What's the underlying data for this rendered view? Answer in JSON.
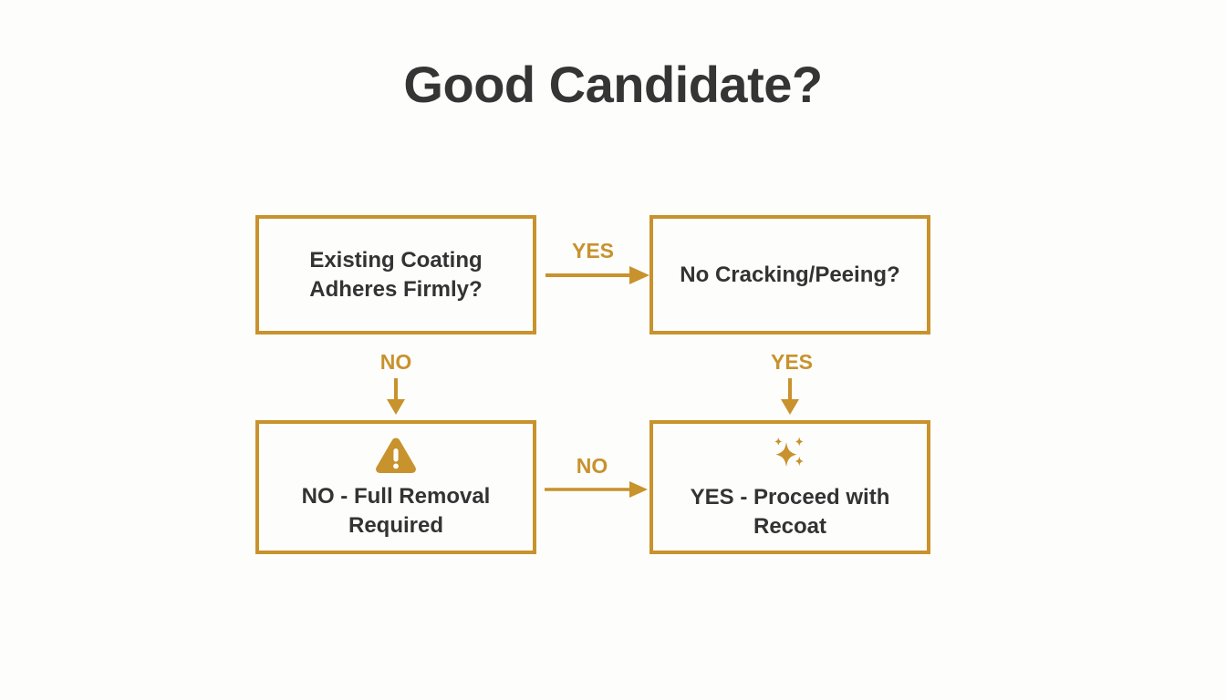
{
  "page": {
    "title": "Good Candidate?",
    "background_color": "#fdfdfc",
    "accent_color": "#c8922c",
    "text_color": "#333333"
  },
  "diagram": {
    "type": "flowchart",
    "nodes": [
      {
        "id": "adheres",
        "label": "Existing Coating\nAdheres Firmly?",
        "icon": null,
        "position": "top-left"
      },
      {
        "id": "cracking",
        "label": "No Cracking/Peeing?",
        "icon": null,
        "position": "top-right"
      },
      {
        "id": "removal",
        "label": "NO - Full Removal\nRequired",
        "icon": "warning-triangle-icon",
        "position": "bottom-left"
      },
      {
        "id": "proceed",
        "label": "YES - Proceed with\nRecoat",
        "icon": "sparkles-icon",
        "position": "bottom-right"
      }
    ],
    "edges": [
      {
        "id": "yes-top",
        "label": "YES",
        "from": "adheres",
        "to": "cracking",
        "direction": "right"
      },
      {
        "id": "no-left",
        "label": "NO",
        "from": "adheres",
        "to": "removal",
        "direction": "down"
      },
      {
        "id": "yes-right",
        "label": "YES",
        "from": "cracking",
        "to": "proceed",
        "direction": "down"
      },
      {
        "id": "no-bottom",
        "label": "NO",
        "from": "removal",
        "to": "proceed",
        "direction": "right"
      }
    ]
  }
}
